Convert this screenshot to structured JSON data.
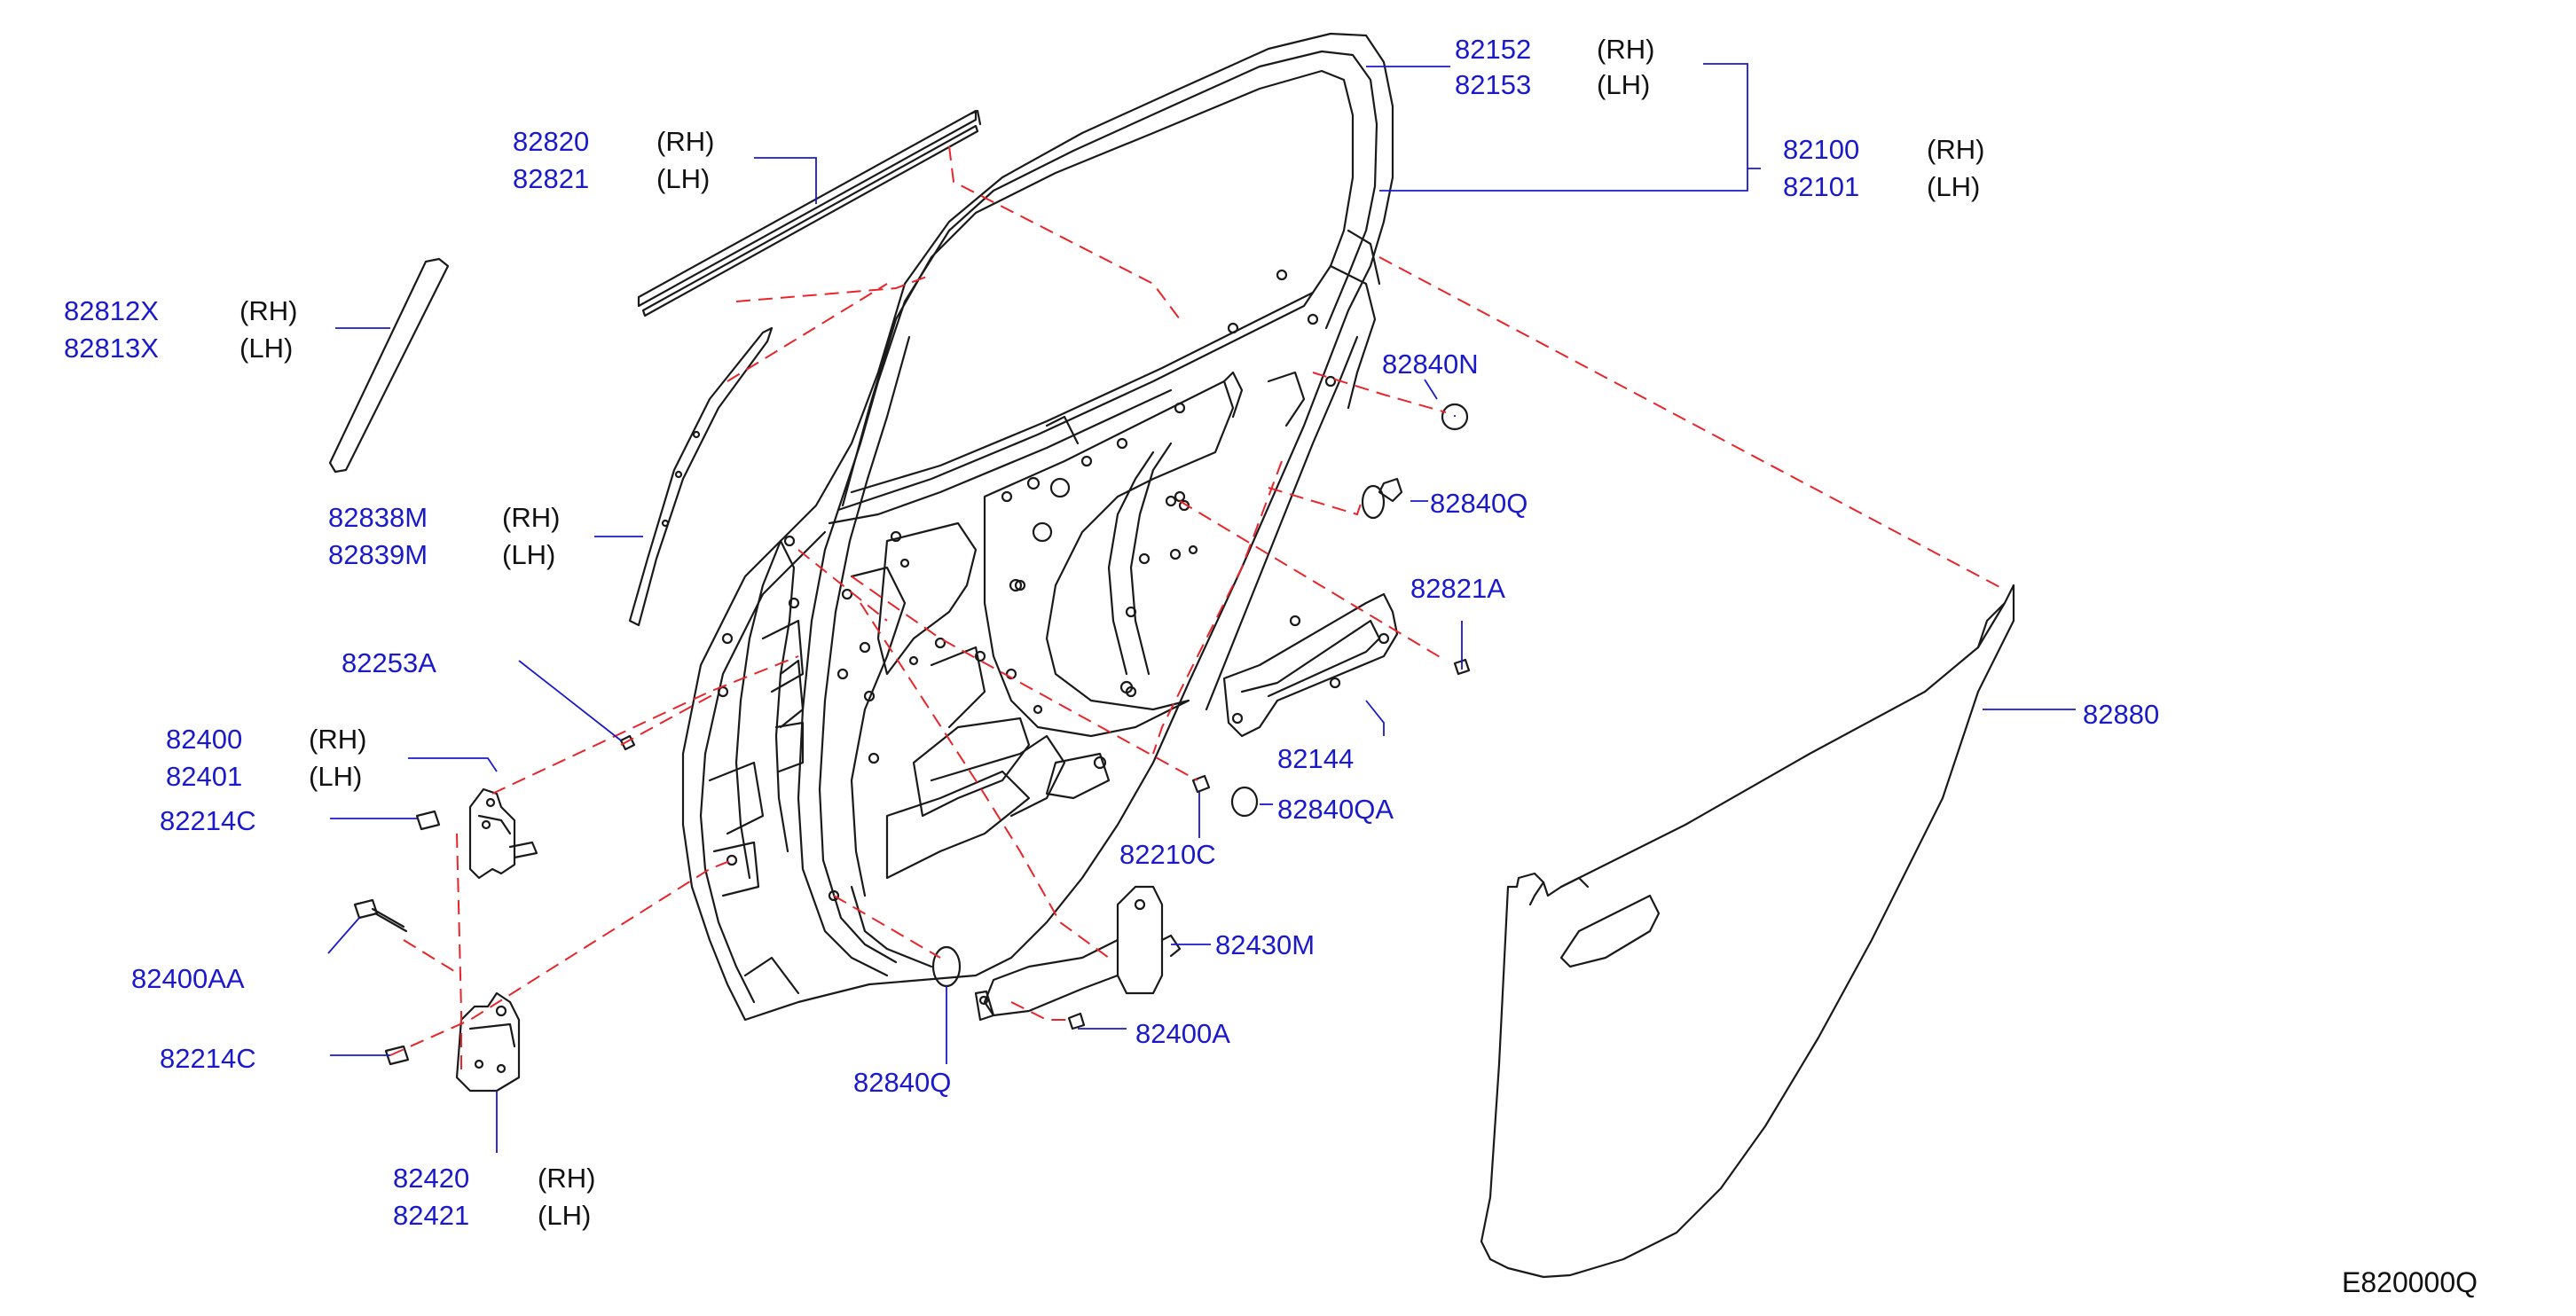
{
  "colors": {
    "part_number": "#1a1acc",
    "side_text": "#111111",
    "line": "#1a1a1a",
    "dashed": "#e8252a",
    "leader": "#1a1acc"
  },
  "labels": {
    "p82152": "82152",
    "p82153": "82153",
    "s82152": "(RH)",
    "s82153": "(LH)",
    "p82100": "82100",
    "p82101": "82101",
    "s82100": "(RH)",
    "s82101": "(LH)",
    "p82820": "82820",
    "p82821": "82821",
    "s82820": "(RH)",
    "s82821": "(LH)",
    "p82812X": "82812X",
    "p82813X": "82813X",
    "s82812X": "(RH)",
    "s82813X": "(LH)",
    "p82838M": "82838M",
    "p82839M": "82839M",
    "s82838M": "(RH)",
    "s82839M": "(LH)",
    "p82840N": "82840N",
    "p82840Q_top": "82840Q",
    "p82821A": "82821A",
    "p82253A": "82253A",
    "p82400": "82400",
    "p82401": "82401",
    "s82400": "(RH)",
    "s82401": "(LH)",
    "p82214C_top": "82214C",
    "p82144": "82144",
    "p82880": "82880",
    "p82210C": "82210C",
    "p82840QA": "82840QA",
    "p82430M": "82430M",
    "p82400AA": "82400AA",
    "p82400A": "82400A",
    "p82214C_bot": "82214C",
    "p82840Q_bot": "82840Q",
    "p82420": "82420",
    "p82421": "82421",
    "s82420": "(RH)",
    "s82421": "(LH)",
    "diagram_code": "E820000Q"
  }
}
